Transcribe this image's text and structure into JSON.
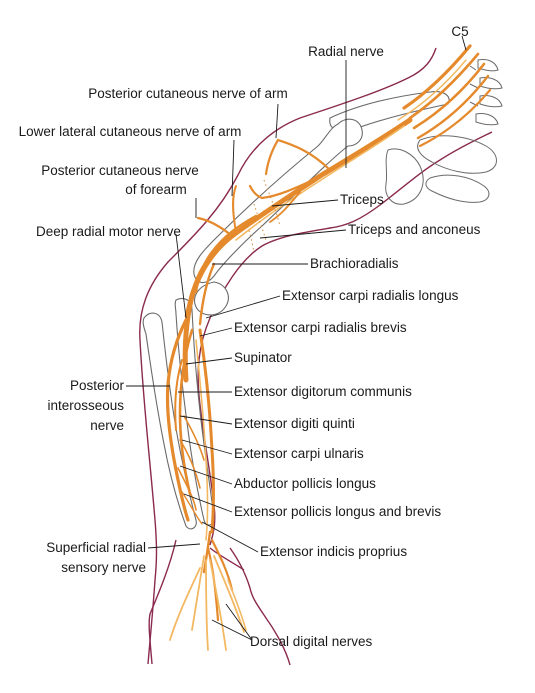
{
  "labels": {
    "c5": "C5",
    "radial_nerve": "Radial nerve",
    "post_cut_arm": "Posterior cutaneous nerve of arm",
    "lower_lat_cut_arm": "Lower lateral cutaneous nerve of arm",
    "post_cut_forearm_1": "Posterior cutaneous nerve",
    "post_cut_forearm_2": "of forearm",
    "deep_radial_motor": "Deep radial motor nerve",
    "triceps": "Triceps",
    "triceps_anconeus": "Triceps and anconeus",
    "brachioradialis": "Brachioradialis",
    "ecrl": "Extensor carpi radialis longus",
    "ecrb": "Extensor carpi radialis brevis",
    "supinator": "Supinator",
    "edc": "Extensor digitorum communis",
    "edq": "Extensor digiti quinti",
    "ecu": "Extensor carpi ulnaris",
    "apl": "Abductor pollicis longus",
    "epl_epb": "Extensor pollicis longus and brevis",
    "eip": "Extensor indicis proprius",
    "pin_1": "Posterior",
    "pin_2": "interosseous",
    "pin_3": "nerve",
    "srsn_1": "Superficial radial",
    "srsn_2": "sensory nerve",
    "dorsal_digital": "Dorsal digital nerves"
  },
  "colors": {
    "skin_outline": "#8a2a4e",
    "nerve_main": "#e58a2c",
    "nerve_fine": "#f3b862",
    "bone_outline": "#6b6b6b",
    "text": "#1a1a1a"
  }
}
